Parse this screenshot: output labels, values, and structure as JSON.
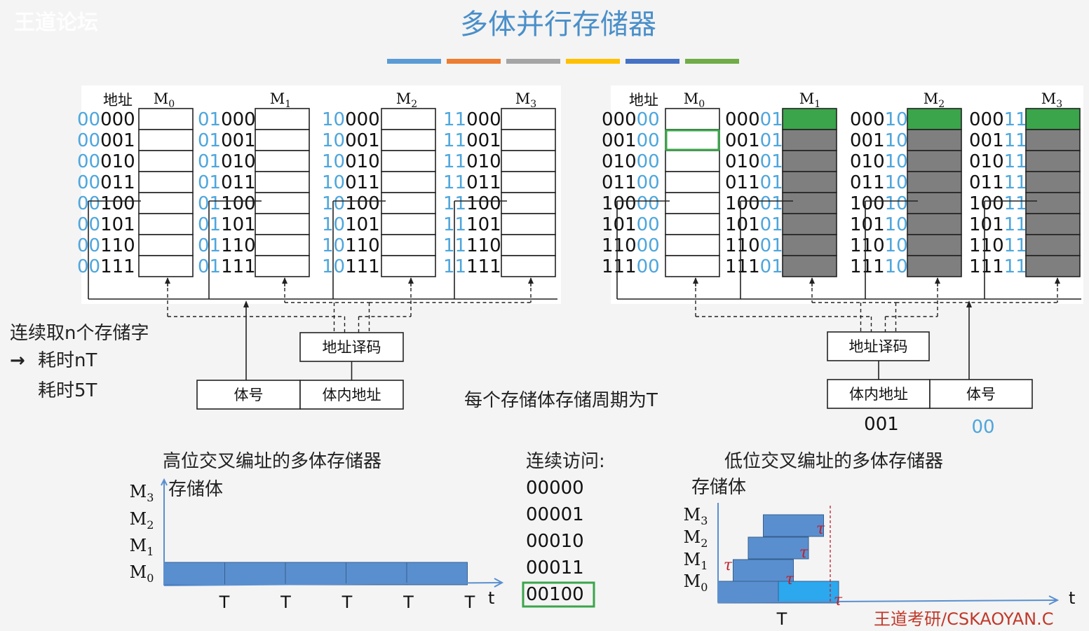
{
  "watermark": {
    "left": "王道论坛",
    "right": "王道考研/CSKAOYAN.C"
  },
  "title": "多体并行存储器",
  "color_bar": [
    "#5b9bd5",
    "#ed7d31",
    "#a5a5a5",
    "#ffc000",
    "#4472c4",
    "#70ad47"
  ],
  "colors": {
    "addr_cyan": "#4ea6dc",
    "bar_blue": "#5a8fcf",
    "bar_light": "#2ba8ee",
    "green": "#3aa54a",
    "gray": "#7f7f7f",
    "title": "#4a8fc9",
    "tau_red": "#c0202a"
  },
  "high": {
    "header": {
      "addr": "地址",
      "modules": [
        "M0",
        "M1",
        "M2",
        "M3"
      ]
    },
    "groups": [
      {
        "prefix": "00",
        "suffixes": [
          "000",
          "001",
          "010",
          "011",
          "100",
          "101",
          "110",
          "111"
        ]
      },
      {
        "prefix": "01",
        "suffixes": [
          "000",
          "001",
          "010",
          "011",
          "100",
          "101",
          "110",
          "111"
        ]
      },
      {
        "prefix": "10",
        "suffixes": [
          "000",
          "001",
          "010",
          "011",
          "100",
          "101",
          "110",
          "111"
        ]
      },
      {
        "prefix": "11",
        "suffixes": [
          "000",
          "001",
          "010",
          "011",
          "100",
          "101",
          "110",
          "111"
        ]
      }
    ],
    "decoder": "地址译码",
    "fields": [
      "体号",
      "体内地址"
    ]
  },
  "low": {
    "header": {
      "addr": "地址",
      "modules": [
        "M0",
        "M1",
        "M2",
        "M3"
      ]
    },
    "groups": [
      {
        "suffix": "00",
        "prefixes": [
          "000",
          "001",
          "010",
          "011",
          "100",
          "101",
          "110",
          "111"
        ]
      },
      {
        "suffix": "01",
        "prefixes": [
          "000",
          "001",
          "010",
          "011",
          "100",
          "101",
          "110",
          "111"
        ]
      },
      {
        "suffix": "10",
        "prefixes": [
          "000",
          "001",
          "010",
          "011",
          "100",
          "101",
          "110",
          "111"
        ]
      },
      {
        "suffix": "11",
        "prefixes": [
          "000",
          "001",
          "010",
          "011",
          "100",
          "101",
          "110",
          "111"
        ]
      }
    ],
    "decoder": "地址译码",
    "fields": [
      "体内地址",
      "体号"
    ],
    "field_values": [
      "001",
      "00"
    ]
  },
  "notes": {
    "line1": "连续取n个存储字",
    "arrow": "→",
    "line2": "耗时nT",
    "line3": "耗时5T",
    "cycle": "每个存储体存储周期为T"
  },
  "access": {
    "title": "连续访问:",
    "items": [
      "00000",
      "00001",
      "00010",
      "00011",
      "00100"
    ]
  },
  "timeline_high": {
    "caption": "高位交叉编址的多体存储器",
    "axis_label": "存储体",
    "rows": [
      "M3",
      "M2",
      "M1",
      "M0"
    ],
    "t_label": "t",
    "ticks": [
      "T",
      "T",
      "T",
      "T",
      "T"
    ],
    "bars": [
      {
        "row": "M0",
        "start": 0,
        "end": 1
      },
      {
        "row": "M0",
        "start": 1,
        "end": 2
      },
      {
        "row": "M0",
        "start": 2,
        "end": 3
      },
      {
        "row": "M0",
        "start": 3,
        "end": 4
      },
      {
        "row": "M0",
        "start": 4,
        "end": 5
      }
    ]
  },
  "timeline_low": {
    "caption": "低位交叉编址的多体存储器",
    "axis_label": "存储体",
    "rows": [
      "M3",
      "M2",
      "M1",
      "M0"
    ],
    "t_label": "t",
    "tick": "T",
    "tau": "τ",
    "bars": [
      {
        "row": "M0",
        "start": 0
      },
      {
        "row": "M1",
        "start": 0.25
      },
      {
        "row": "M2",
        "start": 0.5
      },
      {
        "row": "M3",
        "start": 0.75
      },
      {
        "row": "M0",
        "start": 1
      }
    ]
  }
}
